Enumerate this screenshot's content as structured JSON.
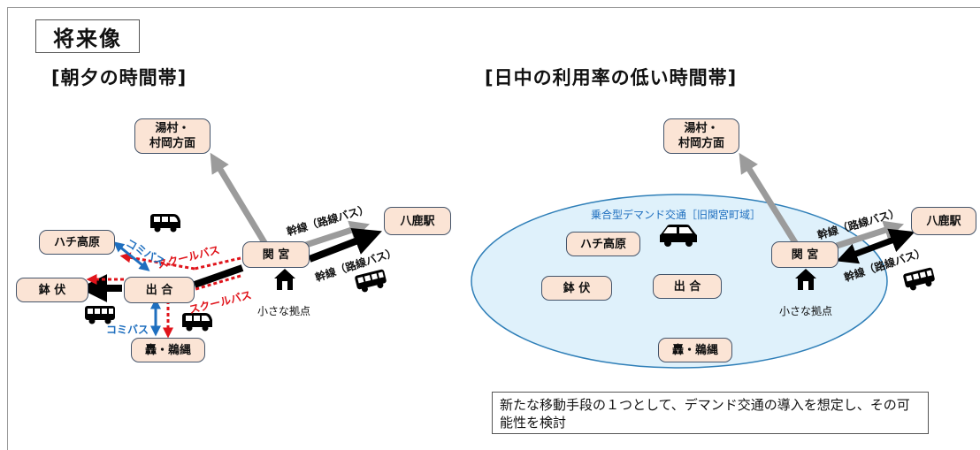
{
  "title": "将来像",
  "left_panel": {
    "heading": "[朝夕の時間帯]",
    "nodes": {
      "yumura": "湯村・\n村岡方面",
      "hachi": "ハチ高原",
      "hachibuse": "鉢 伏",
      "deai": "出 合",
      "todoroki": "轟・鵜縄",
      "sekinomiya": "関 宮",
      "yoka": "八鹿駅"
    },
    "labels": {
      "kansen1": "幹線（路線バス）",
      "kansen2": "幹線（路線バス）",
      "school1": "スクールバス",
      "school2": "スクールバス",
      "komi1": "コミバス",
      "komi2": "コミバス",
      "base": "小さな拠点"
    }
  },
  "right_panel": {
    "heading": "[日中の利用率の低い時間帯]",
    "demand_area": "乗合型デマンド交通［旧関宮町域］",
    "nodes": {
      "yumura": "湯村・\n村岡方面",
      "hachi": "ハチ高原",
      "hachibuse": "鉢 伏",
      "deai": "出 合",
      "todoroki": "轟・鵜縄",
      "sekinomiya": "関 宮",
      "yoka": "八鹿駅"
    },
    "labels": {
      "kansen1": "幹線（路線バス）",
      "kansen2": "幹線（路線バス）",
      "base": "小さな拠点"
    }
  },
  "note": "新たな移動手段の１つとして、デマンド交通の導入を想定し、その可能性を検討",
  "colors": {
    "node_fill": "#fbe4d5",
    "node_border": "#44546a",
    "school_bus": "#e0141b",
    "community_bus": "#1f6fbf",
    "trunk_gray": "#9b9b9b",
    "demand_fill": "#dff1fb"
  }
}
